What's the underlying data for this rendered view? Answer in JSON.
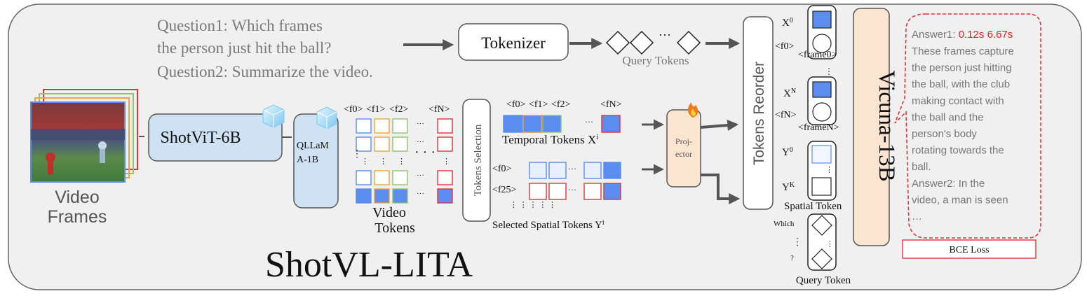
{
  "title": "ShotVL-LITA",
  "questions": {
    "line1": "Question1: Which frames",
    "line2": "the person just hit the ball?",
    "line3": "Question2: Summarize the video."
  },
  "tokenizer": {
    "label": "Tokenizer"
  },
  "query_tokens": {
    "label": "Query Tokens",
    "ellipsis": "···"
  },
  "shotvit": {
    "label": "ShotViT-6B"
  },
  "qllama": {
    "line1": "QLLaM",
    "line2": "A-1B"
  },
  "video_frames": {
    "line1": "Video",
    "line2": "Frames"
  },
  "video_tokens": {
    "header": {
      "f0": "<f0>",
      "f1": "<f1>",
      "f2": "<f2>",
      "fN": "<fN>"
    },
    "label_line1": "Video",
    "label_line2": "Tokens"
  },
  "tokens_selection": {
    "label": "Tokens Selection"
  },
  "temporal": {
    "header": {
      "f0": "<f0>",
      "f1": "<f1>",
      "f2": "<f2>",
      "fN": "<fN>"
    },
    "label": "Temporal Tokens X",
    "label_sup": "i"
  },
  "spatial_selected": {
    "row0": "<f0>",
    "row1": "<f25>",
    "label": "Selected Spatial Tokens Y",
    "label_sup": "i"
  },
  "projector": {
    "line1": "Proj-",
    "line2": "ector"
  },
  "tokens_reorder": {
    "label": "Tokens Reorder"
  },
  "reordered": {
    "x0": "X",
    "x0_sup": "0",
    "f0": "<f0>",
    "frame0": "<frame0>",
    "xN": "X",
    "xN_sup": "N",
    "fN": "<fN>",
    "frameN": "<frameN>",
    "y0": "Y",
    "y0_sup": "0",
    "yK": "Y",
    "yK_sup": "K",
    "spatial_label": "Spatial Token",
    "which": "Which",
    "q": "?",
    "query_label": "Query Token"
  },
  "vicuna": {
    "label": "Vicuna-13B"
  },
  "answer": {
    "prefix": "Answer1: ",
    "time": "0.12s 6.67s",
    "lines": [
      "These frames capture",
      "the person just hitting",
      "the ball, with the club",
      "making contact with",
      "the ball and the",
      "person's body",
      "rotating towards the",
      "ball.",
      "Answer2: In the",
      "video, a man is seen",
      "…"
    ]
  },
  "loss": {
    "label": "BCE Loss"
  },
  "colors": {
    "panel": "#f0f0f0",
    "tok_blue": "#5b8def",
    "tok_orange": "#f3a33a",
    "tok_green": "#8fc472",
    "tok_red": "#e0343a",
    "box_blue": "#cfe2f3",
    "box_peach": "#fbe5d0",
    "answer_red": "#e02020"
  }
}
